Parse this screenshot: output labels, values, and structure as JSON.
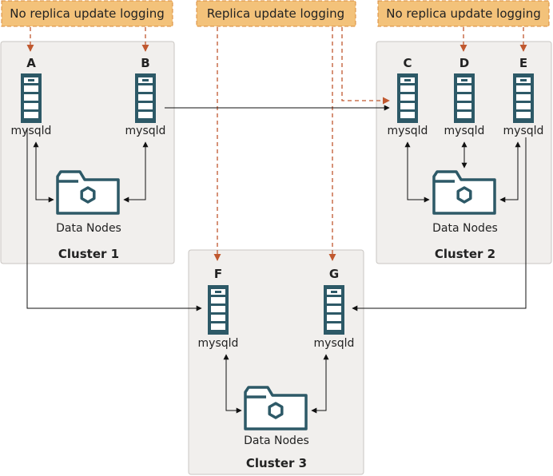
{
  "notes": {
    "left": "No replica update logging",
    "center": "Replica update logging",
    "right": "No replica update logging"
  },
  "clusters": [
    {
      "name": "Cluster 1",
      "servers": [
        "A",
        "B"
      ]
    },
    {
      "name": "Cluster 2",
      "servers": [
        "C",
        "D",
        "E"
      ]
    },
    {
      "name": "Cluster 3",
      "servers": [
        "F",
        "G"
      ]
    }
  ],
  "servers": {
    "A": {
      "label": "A",
      "process": "mysqld"
    },
    "B": {
      "label": "B",
      "process": "mysqld"
    },
    "C": {
      "label": "C",
      "process": "mysqld"
    },
    "D": {
      "label": "D",
      "process": "mysqld"
    },
    "E": {
      "label": "E",
      "process": "mysqld"
    },
    "F": {
      "label": "F",
      "process": "mysqld"
    },
    "G": {
      "label": "G",
      "process": "mysqld"
    }
  },
  "data_nodes_label": "Data Nodes",
  "colors": {
    "server": "#2d5967",
    "note_fill": "#f3c27a",
    "note_border": "#d8893a",
    "dashed_arrow": "#c0582f",
    "cluster_fill": "#f1efed",
    "cluster_border": "#c9c6c2",
    "arrow": "#111111"
  }
}
